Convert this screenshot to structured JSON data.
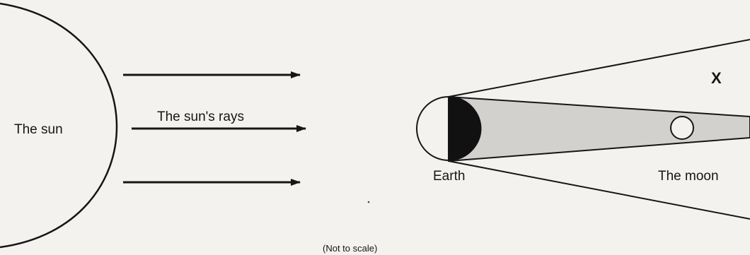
{
  "labels": {
    "sun": "The sun",
    "rays": "The sun's rays",
    "earth": "Earth",
    "moon": "The moon",
    "region_x": "X",
    "scale_note": "(Not to scale)"
  },
  "colors": {
    "background": "#f3f2ef",
    "line": "#161616",
    "shadow_fill": "#d3d1cd",
    "earth_dark_side": "#111111"
  }
}
